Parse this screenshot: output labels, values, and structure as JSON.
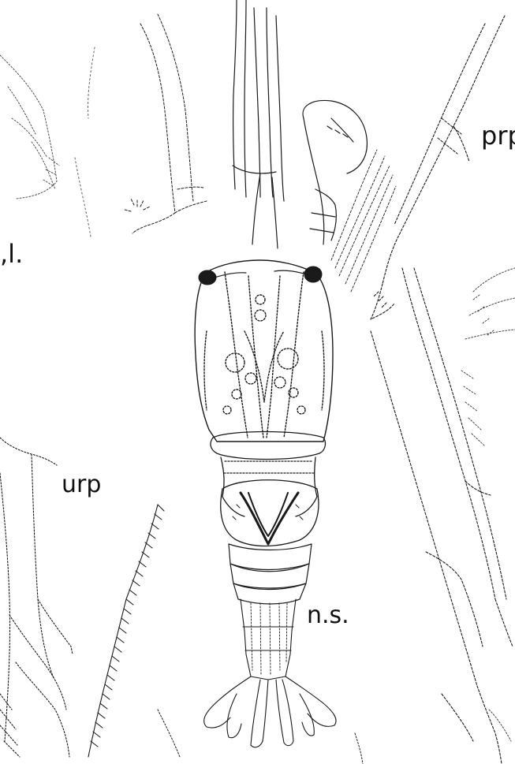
{
  "figure": {
    "labels": {
      "prp": "prp",
      "cl": ",l.",
      "urp": "urp",
      "ns": "n.s."
    },
    "ink_color": "#1a1a1a"
  }
}
